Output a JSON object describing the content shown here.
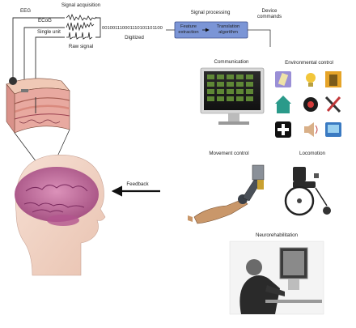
{
  "acquisition": {
    "signal_acquisition": "Signal acquisition",
    "eeg": "EEG",
    "ecog": "ECoG",
    "single_unit": "Single unit",
    "raw_signal": "Raw signal",
    "binary": "001001110001110101101100",
    "digitized": "Digitized"
  },
  "processing": {
    "signal_processing": "Signal processing",
    "feature_extraction": "Feature extraction",
    "translation_algorithm": "Translation algorithm",
    "device_commands": "Device commands"
  },
  "applications": {
    "communication": "Communication",
    "environmental_control": "Environmental control",
    "movement_control": "Movement control",
    "locomotion": "Locomotion",
    "neurorehabilitation": "Neurorehabilitation"
  },
  "feedback": "Feedback",
  "colors": {
    "processing_box": "#7b95d6",
    "brain": "#c56aa0",
    "skin": "#f2cdbd",
    "scalp_layer": "#e8a9a0"
  }
}
